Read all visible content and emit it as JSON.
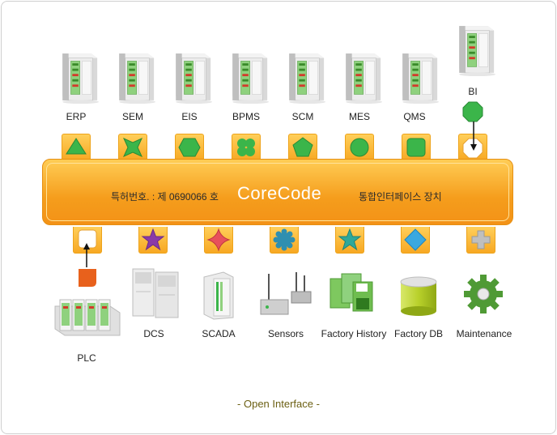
{
  "top_systems": [
    {
      "label": "ERP",
      "icon": "triangle-icon"
    },
    {
      "label": "SEM",
      "icon": "star-4-icon"
    },
    {
      "label": "EIS",
      "icon": "hexagon-icon"
    },
    {
      "label": "BPMS",
      "icon": "clover-icon"
    },
    {
      "label": "SCM",
      "icon": "pentagon-icon"
    },
    {
      "label": "MES",
      "icon": "circle-icon"
    },
    {
      "label": "QMS",
      "icon": "square-icon"
    },
    {
      "label": "BI",
      "icon": "octagon-icon"
    }
  ],
  "bus": {
    "patent": "특허번호. : 제 0690066 호",
    "title": "CoreCode",
    "korean": "통합인터페이스 장치"
  },
  "bottom_systems": [
    {
      "label": "PLC",
      "icon": "rounded-square-icon"
    },
    {
      "label": "DCS",
      "icon": "star-5-icon"
    },
    {
      "label": "SCADA",
      "icon": "star-4-round-icon"
    },
    {
      "label": "Sensors",
      "icon": "gear-flower-icon"
    },
    {
      "label": "Factory History",
      "icon": "star-5-teal-icon"
    },
    {
      "label": "Factory DB",
      "icon": "diamond-icon"
    },
    {
      "label": "Maintenance",
      "icon": "plus-icon"
    }
  ],
  "footer": "- Open Interface -",
  "colors": {
    "bus": "#f5a623",
    "connector_green": "#3bb54a",
    "accent_orange": "#e8611c"
  }
}
